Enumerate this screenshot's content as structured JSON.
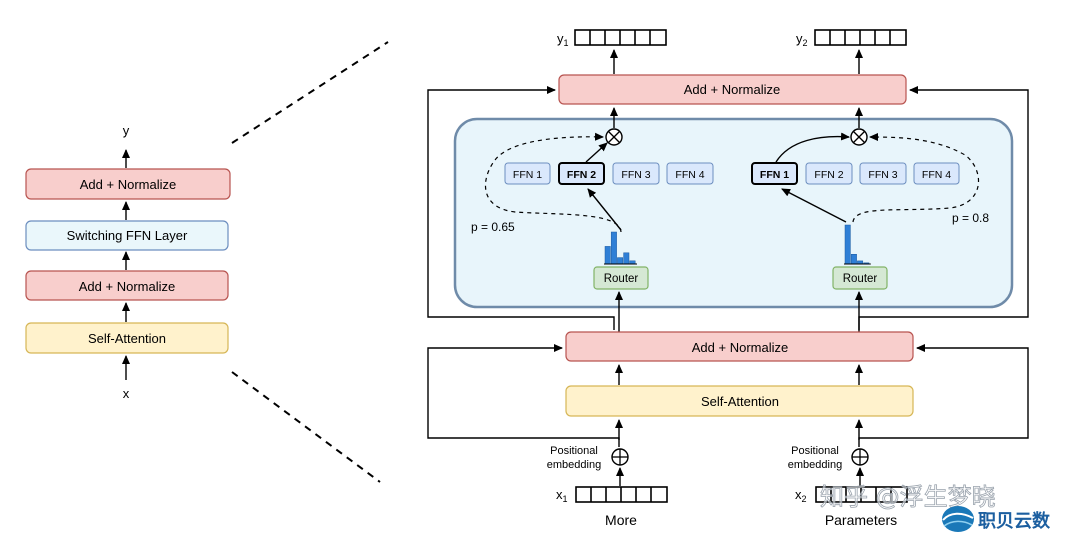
{
  "left_stack": {
    "output_label": "y",
    "input_label": "x",
    "blocks": {
      "add_norm_top": "Add + Normalize",
      "switching_ffn": "Switching FFN Layer",
      "add_norm_bottom": "Add + Normalize",
      "self_attention": "Self-Attention"
    }
  },
  "right_diagram": {
    "outputs": {
      "y1": "y",
      "y1_sub": "1",
      "y2": "y",
      "y2_sub": "2"
    },
    "top_add_norm": "Add + Normalize",
    "mid_add_norm": "Add + Normalize",
    "self_attention": "Self-Attention",
    "token1": {
      "ffns": [
        "FFN 1",
        "FFN 2",
        "FFN 3",
        "FFN 4"
      ],
      "selected": "FFN 2",
      "router": "Router",
      "prob": "p = 0.65",
      "input": "x",
      "input_sub": "1",
      "word": "More",
      "histogram": [
        0.55,
        1.0,
        0.2,
        0.35,
        0.1
      ]
    },
    "token2": {
      "ffns": [
        "FFN 1",
        "FFN 2",
        "FFN 3",
        "FFN 4"
      ],
      "selected": "FFN 1",
      "router": "Router",
      "prob": "p = 0.8",
      "input": "x",
      "input_sub": "2",
      "word": "Parameters",
      "histogram": [
        1.0,
        0.25,
        0.08,
        0.03
      ]
    },
    "positional_embedding": [
      "Positional",
      "embedding"
    ]
  },
  "watermark": {
    "text": "知乎 @浮生梦晓",
    "logo": "职贝云数"
  },
  "colors": {
    "add_norm_fill": "#f8cecc",
    "add_norm_stroke": "#b85450",
    "ffn_layer_fill": "#eaf7fb",
    "ffn_layer_stroke": "#6c8ebf",
    "self_attn_fill": "#fff2cc",
    "self_attn_stroke": "#d6b656",
    "router_fill": "#d5e8d4",
    "router_stroke": "#82b366",
    "expert_fill": "#dae8fc",
    "expert_stroke": "#6c8ebf",
    "panel_fill": "#e8f5fb",
    "panel_stroke": "#6f8ba9",
    "hist_bar": "#2f7fd6"
  }
}
